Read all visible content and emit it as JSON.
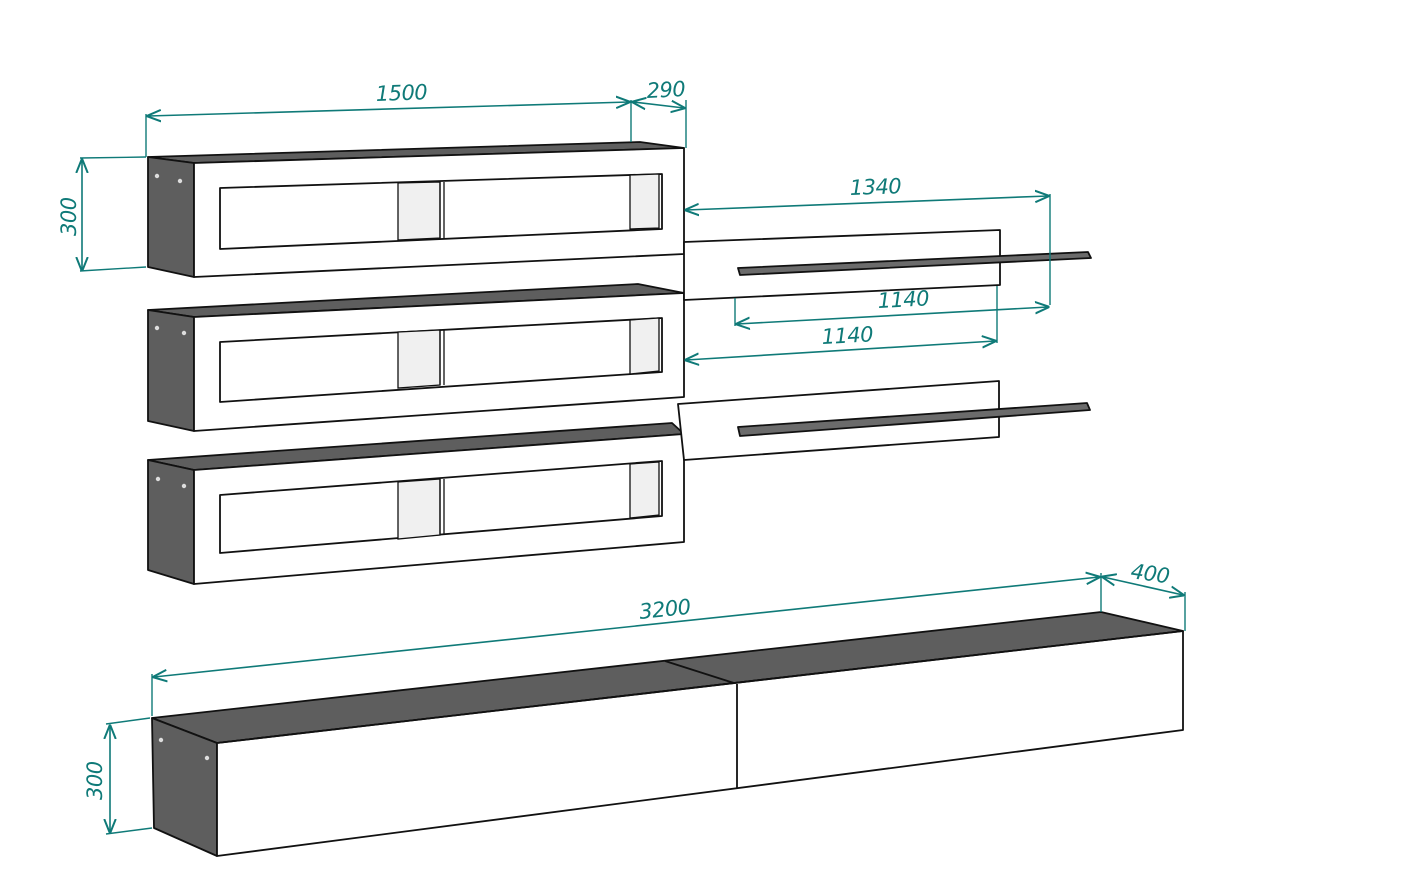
{
  "dimensions": {
    "cabinet_width": "1500",
    "cabinet_depth": "290",
    "cabinet_height": "300",
    "shelf_span": "1340",
    "shelf_length_upper": "1140",
    "shelf_length_lower": "1140",
    "tv_stand_width": "3200",
    "tv_stand_depth": "400",
    "tv_stand_height": "300"
  },
  "colors": {
    "dimension_line": "#0f7a78",
    "carcass": "#5e5e5e",
    "glass": "#f0f0f0",
    "outline": "#111111"
  }
}
